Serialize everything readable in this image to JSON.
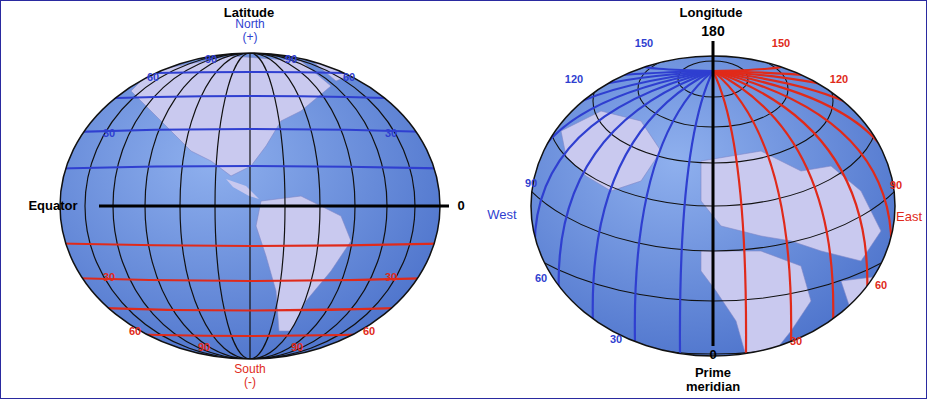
{
  "diagram": {
    "labels": [
      "Latitude",
      "North (+)",
      "90",
      "90",
      "60",
      "60",
      "30",
      "30",
      "Equator",
      "0",
      "30",
      "30",
      "60",
      "60",
      "90",
      "90",
      "South (-)",
      "Longitude",
      "180",
      "150",
      "150",
      "120",
      "120",
      "90",
      "90",
      "West",
      "East",
      "60",
      "60",
      "30",
      "30",
      "0",
      "Prime meridian"
    ]
  }
}
